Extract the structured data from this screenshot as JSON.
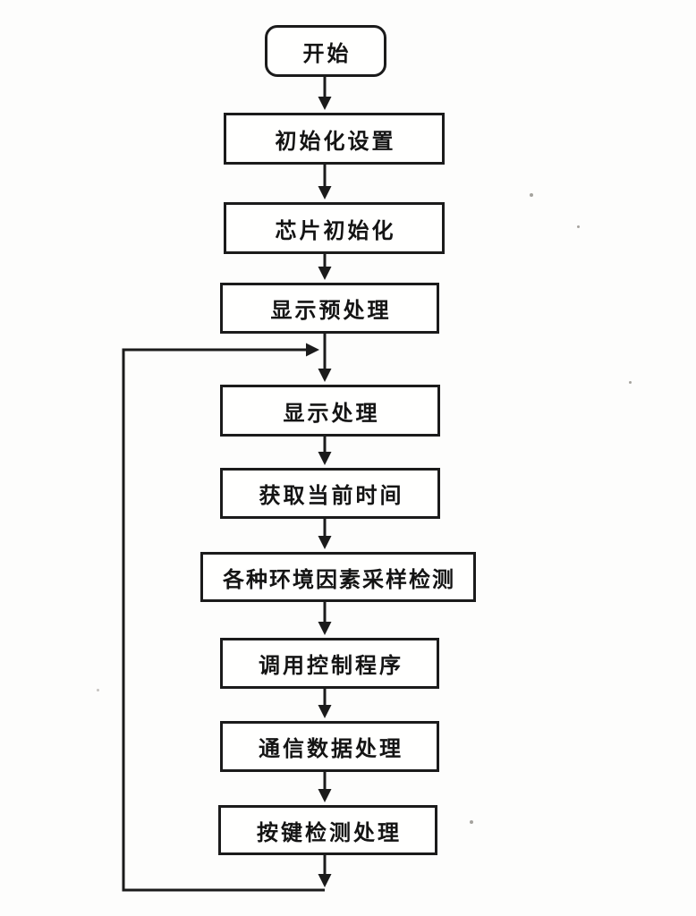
{
  "flowchart": {
    "background": "#fdfdfc",
    "line_color": "#1b1b1b",
    "box_fill": "#ffffff",
    "nodes": [
      {
        "id": "start",
        "label": "开始",
        "shape": "rounded-rect"
      },
      {
        "id": "init-settings",
        "label": "初始化设置",
        "shape": "rect"
      },
      {
        "id": "chip-init",
        "label": "芯片初始化",
        "shape": "rect"
      },
      {
        "id": "display-preprocess",
        "label": "显示预处理",
        "shape": "rect"
      },
      {
        "id": "display-process",
        "label": "显示处理",
        "shape": "rect"
      },
      {
        "id": "get-current-time",
        "label": "获取当前时间",
        "shape": "rect"
      },
      {
        "id": "env-sampling",
        "label": "各种环境因素采样检测",
        "shape": "rect"
      },
      {
        "id": "call-control",
        "label": "调用控制程序",
        "shape": "rect"
      },
      {
        "id": "comm-data",
        "label": "通信数据处理",
        "shape": "rect"
      },
      {
        "id": "key-detect",
        "label": "按键检测处理",
        "shape": "rect"
      }
    ],
    "edges": [
      {
        "from": "start",
        "to": "init-settings",
        "type": "arrow"
      },
      {
        "from": "init-settings",
        "to": "chip-init",
        "type": "arrow"
      },
      {
        "from": "chip-init",
        "to": "display-preprocess",
        "type": "arrow"
      },
      {
        "from": "display-preprocess",
        "to": "display-process",
        "type": "arrow"
      },
      {
        "from": "display-process",
        "to": "get-current-time",
        "type": "arrow"
      },
      {
        "from": "get-current-time",
        "to": "env-sampling",
        "type": "arrow"
      },
      {
        "from": "env-sampling",
        "to": "call-control",
        "type": "arrow"
      },
      {
        "from": "call-control",
        "to": "comm-data",
        "type": "arrow"
      },
      {
        "from": "comm-data",
        "to": "key-detect",
        "type": "arrow"
      },
      {
        "from": "key-detect",
        "to": "display-process",
        "type": "loop-back-left"
      }
    ]
  }
}
